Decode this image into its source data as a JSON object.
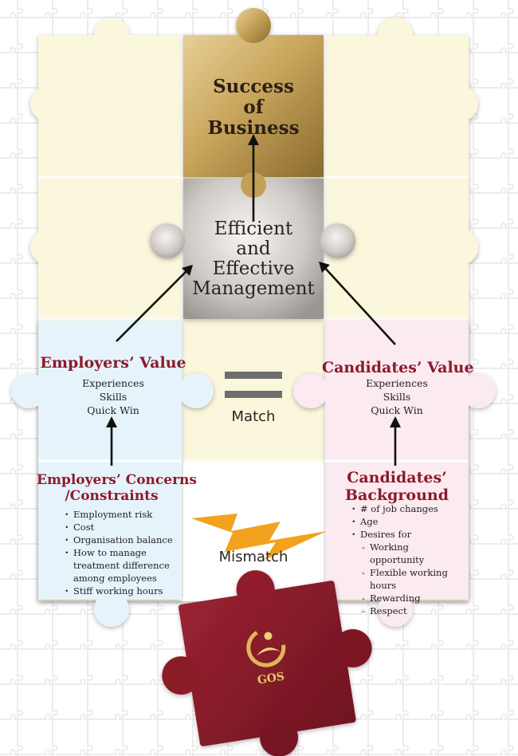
{
  "top_piece": {
    "title_line1": "Success",
    "title_line2": "of",
    "title_line3": "Business"
  },
  "center_piece": {
    "line1": "Efficient",
    "line2": "and",
    "line3": "Effective",
    "line4": "Management"
  },
  "employers_value": {
    "title": "Employers’ Value",
    "items": [
      "Experiences",
      "Skills",
      "Quick Win"
    ]
  },
  "candidates_value": {
    "title": "Candidates’ Value",
    "items": [
      "Experiences",
      "Skills",
      "Quick Win"
    ]
  },
  "match": {
    "label": "Match"
  },
  "employers_concerns": {
    "title_line1": "Employers’ Concerns",
    "title_line2": "/Constraints",
    "items": [
      "Employment risk",
      "Cost",
      "Organisation balance",
      "How to manage treatment difference among employees",
      "Stiff working hours"
    ]
  },
  "candidates_background": {
    "title_line1": "Candidates’",
    "title_line2": "Background",
    "items": [
      "# of job changes",
      "Age",
      "Desires for"
    ],
    "desires": [
      "Working opportunity",
      "Flexible working hours",
      "Rewarding",
      "Respect"
    ]
  },
  "mismatch": {
    "label": "Mismatch"
  },
  "logo": {
    "text": "GOS"
  },
  "colors": {
    "cream": "#fbf7dc",
    "light_blue": "#e6f3fb",
    "light_pink": "#fbeaf0",
    "gold": "#c9a65c",
    "silver": "#c9c5c2",
    "burgundy": "#8a1a28",
    "accent_red": "#8c1a2c",
    "lightning": "#f2a21c"
  }
}
